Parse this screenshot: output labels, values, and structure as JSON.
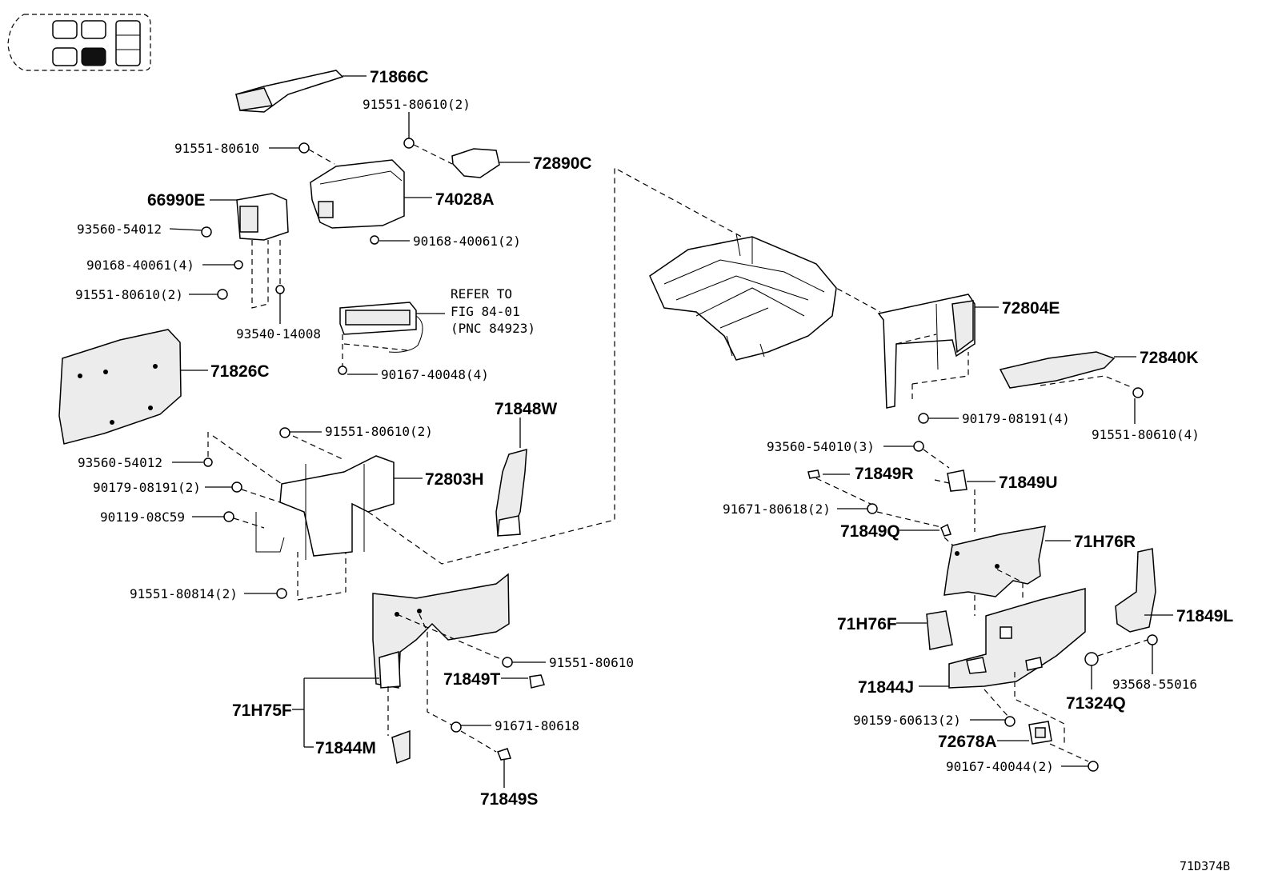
{
  "labels": {
    "l_71866C": "71866C",
    "l_91551_2a": "91551-80610(2)",
    "l_91551_a": "91551-80610",
    "l_72890C": "72890C",
    "l_66990E": "66990E",
    "l_74028A": "74028A",
    "l_93560_54012a": "93560-54012",
    "l_90168_2": "90168-40061(2)",
    "l_90168_4": "90168-40061(4)",
    "l_91551_2b": "91551-80610(2)",
    "l_93540": "93540-14008",
    "l_refer1": "REFER TO",
    "l_refer2": "FIG 84-01",
    "l_refer3": "(PNC 84923)",
    "l_71826C": "71826C",
    "l_90167_4": "90167-40048(4)",
    "l_71848W": "71848W",
    "l_91551_2c": "91551-80610(2)",
    "l_93560_54012b": "93560-54012",
    "l_90179_2": "90179-08191(2)",
    "l_72803H": "72803H",
    "l_90119": "90119-08C59",
    "l_91551_80814": "91551-80814(2)",
    "l_91551_b": "91551-80610",
    "l_71849T": "71849T",
    "l_71H75F": "71H75F",
    "l_91671_a": "91671-80618",
    "l_71844M": "71844M",
    "l_71849S": "71849S",
    "l_72804E": "72804E",
    "l_72840K": "72840K",
    "l_90179_4": "90179-08191(4)",
    "l_91551_4": "91551-80610(4)",
    "l_93560_54010": "93560-54010(3)",
    "l_71849R": "71849R",
    "l_71849U": "71849U",
    "l_91671_2": "91671-80618(2)",
    "l_71849Q": "71849Q",
    "l_71H76R": "71H76R",
    "l_71H76F": "71H76F",
    "l_71849L": "71849L",
    "l_71844J": "71844J",
    "l_93568": "93568-55016",
    "l_71324Q": "71324Q",
    "l_90159": "90159-60613(2)",
    "l_72678A": "72678A",
    "l_90167_2": "90167-40044(2)",
    "l_code": "71D374B"
  }
}
